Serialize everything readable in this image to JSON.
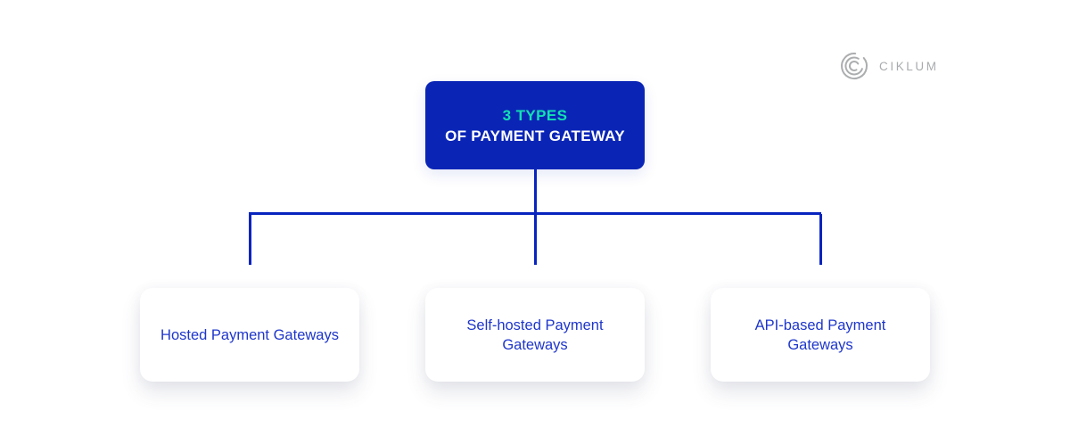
{
  "brand": {
    "name": "CIKLUM",
    "logo_icon": "ciklum-arcs-icon"
  },
  "diagram": {
    "root": {
      "line1": "3 TYPES",
      "line2": "OF PAYMENT GATEWAY"
    },
    "children": [
      {
        "label": "Hosted Payment Gateways"
      },
      {
        "label": "Self-hosted Payment Gateways"
      },
      {
        "label": "API-based Payment Gateways"
      }
    ]
  },
  "theme": {
    "background": "#FFFFFF",
    "root_box_bg": "#0A25B6",
    "accent_teal": "#12E0B2",
    "root_text": "#FFFFFF",
    "child_text_blue": "#1E36CB",
    "connector_blue": "#0824BE",
    "brand_gray": "#A9ABAE",
    "card_bg": "#FFFFFF"
  }
}
